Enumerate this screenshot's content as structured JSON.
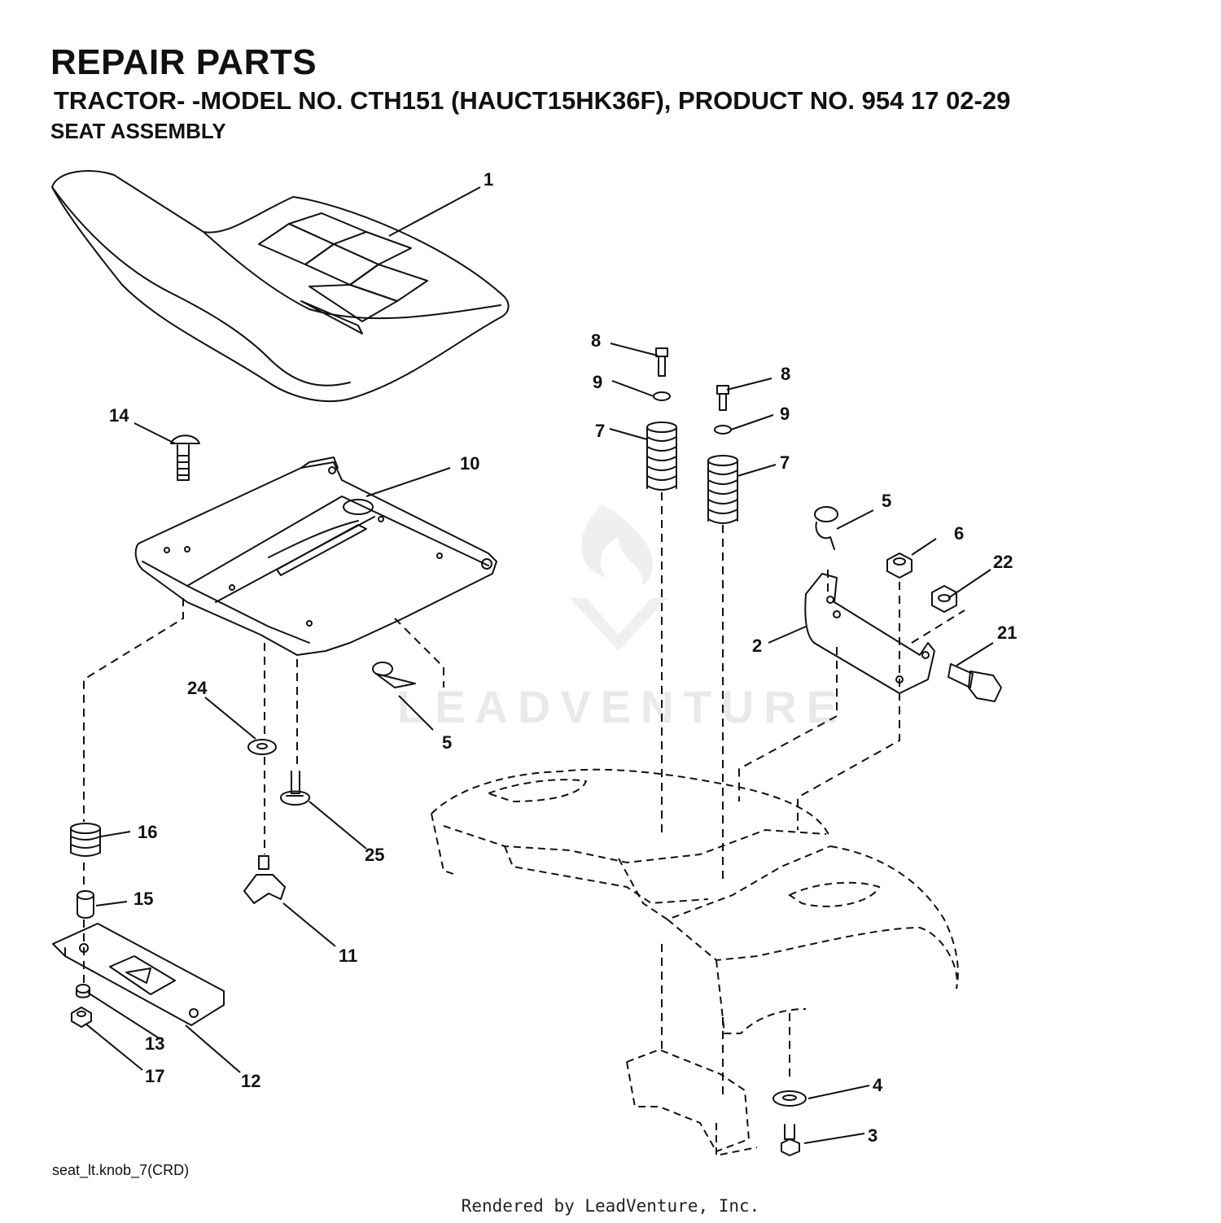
{
  "header": {
    "title": "REPAIR PARTS",
    "subtitle": "TRACTOR- -MODEL NO. CTH151 (HAUCT15HK36F), PRODUCT NO. 954 17 02-29",
    "section": "SEAT ASSEMBLY"
  },
  "callouts": {
    "c1": "1",
    "c2": "2",
    "c3": "3",
    "c4": "4",
    "c5a": "5",
    "c5b": "5",
    "c6": "6",
    "c7a": "7",
    "c7b": "7",
    "c8a": "8",
    "c8b": "8",
    "c9a": "9",
    "c9b": "9",
    "c10": "10",
    "c11": "11",
    "c12": "12",
    "c13": "13",
    "c14": "14",
    "c15": "15",
    "c16": "16",
    "c17": "17",
    "c21": "21",
    "c22": "22",
    "c24": "24",
    "c25": "25"
  },
  "watermark": "LEADVENTURE",
  "drawing_ref": "seat_lt.knob_7(CRD)",
  "footer": "Rendered by LeadVenture, Inc.",
  "colors": {
    "ink": "#111111",
    "watermark": "#e9e9e9"
  }
}
